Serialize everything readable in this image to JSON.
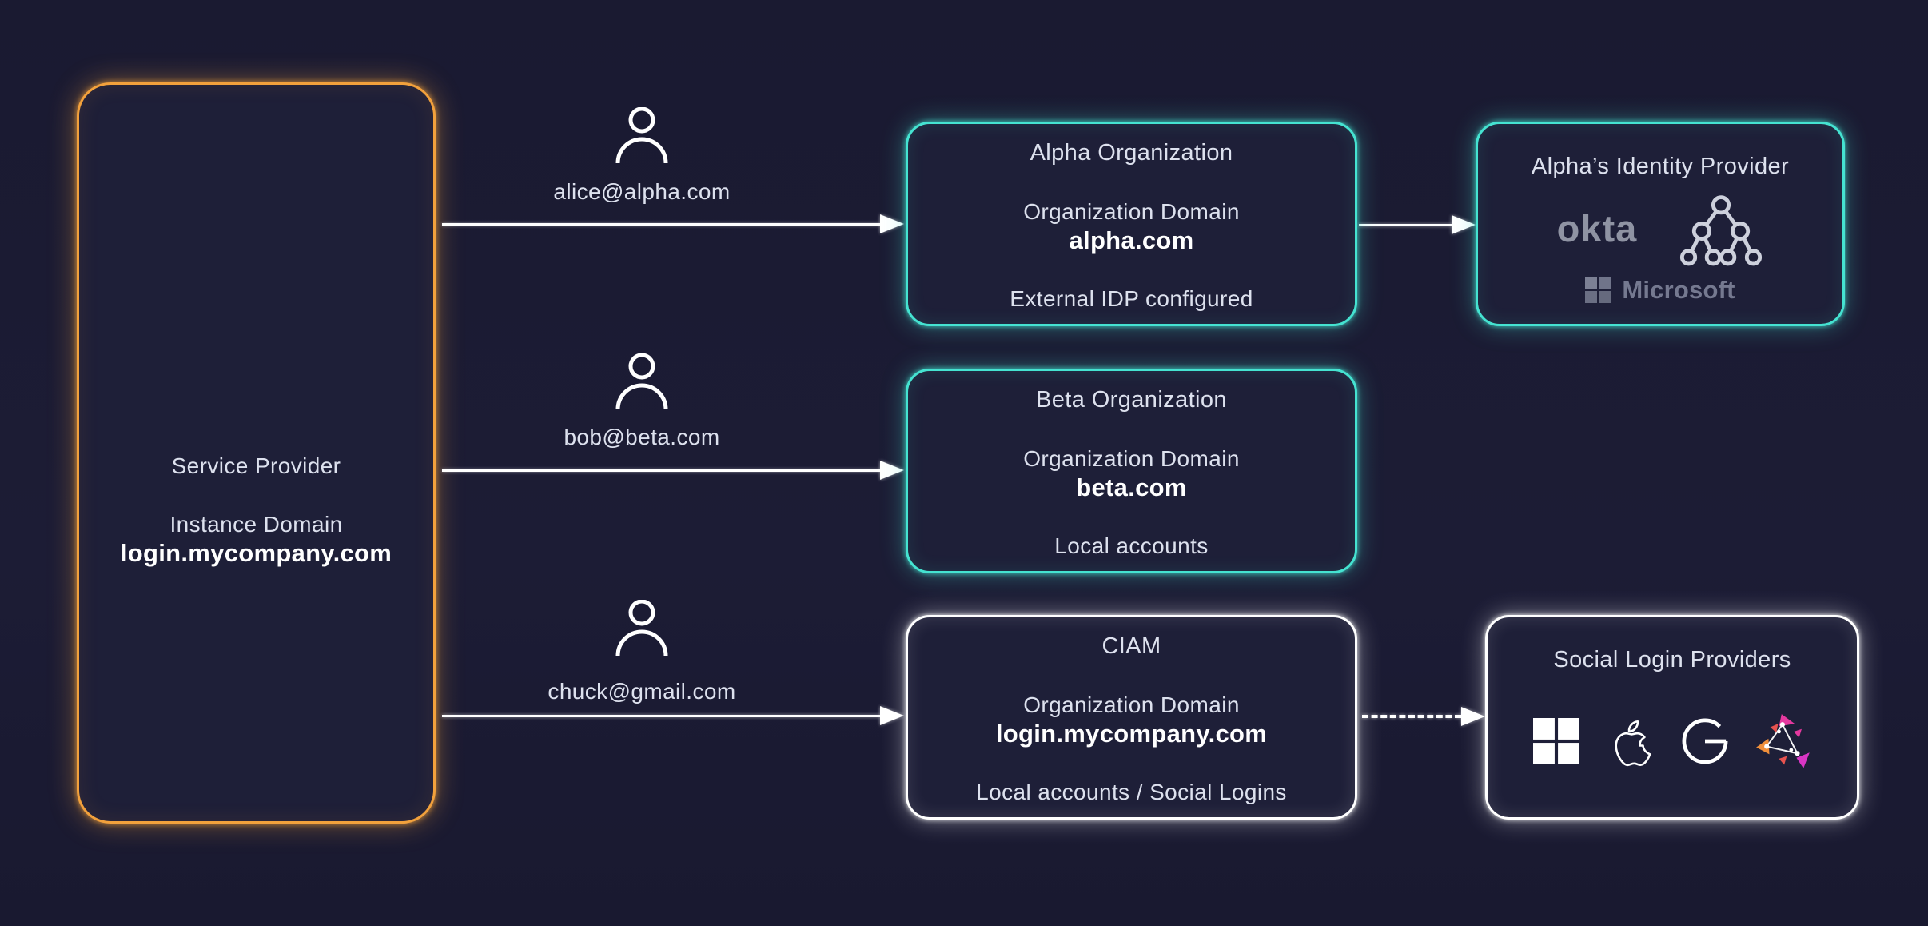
{
  "service_provider": {
    "title": "Service Provider",
    "domain_label": "Instance Domain",
    "domain": "login.mycompany.com"
  },
  "users": [
    {
      "email": "alice@alpha.com"
    },
    {
      "email": "bob@beta.com"
    },
    {
      "email": "chuck@gmail.com"
    }
  ],
  "organizations": [
    {
      "title": "Alpha Organization",
      "domain_label": "Organization Domain",
      "domain": "alpha.com",
      "note": "External IDP configured",
      "accent": "teal"
    },
    {
      "title": "Beta Organization",
      "domain_label": "Organization Domain",
      "domain": "beta.com",
      "note": "Local accounts",
      "accent": "teal"
    },
    {
      "title": "CIAM",
      "domain_label": "Organization Domain",
      "domain": "login.mycompany.com",
      "note": "Local accounts / Social Logins",
      "accent": "white"
    }
  ],
  "identity_provider": {
    "title": "Alpha’s Identity Provider",
    "okta_label": "okta",
    "microsoft_label": "Microsoft",
    "icons": [
      "okta-logo",
      "directory-tree-icon",
      "microsoft-logo"
    ]
  },
  "social_providers": {
    "title": "Social Login Providers",
    "icons": [
      "microsoft-squares-icon",
      "apple-icon",
      "google-icon",
      "social-graph-icon"
    ]
  },
  "colors": {
    "background": "#1a1a31",
    "box_fill": "#1e1f38",
    "orange": "#f2a13c",
    "teal": "#45e3d1",
    "white": "#ffffff",
    "text": "#dde1ee",
    "logo_gray": "#8f93a3",
    "logo_gray_dark": "#757990",
    "graph_orange": "#ef8e3a",
    "graph_red": "#e8534f",
    "graph_magenta": "#e5399f"
  }
}
